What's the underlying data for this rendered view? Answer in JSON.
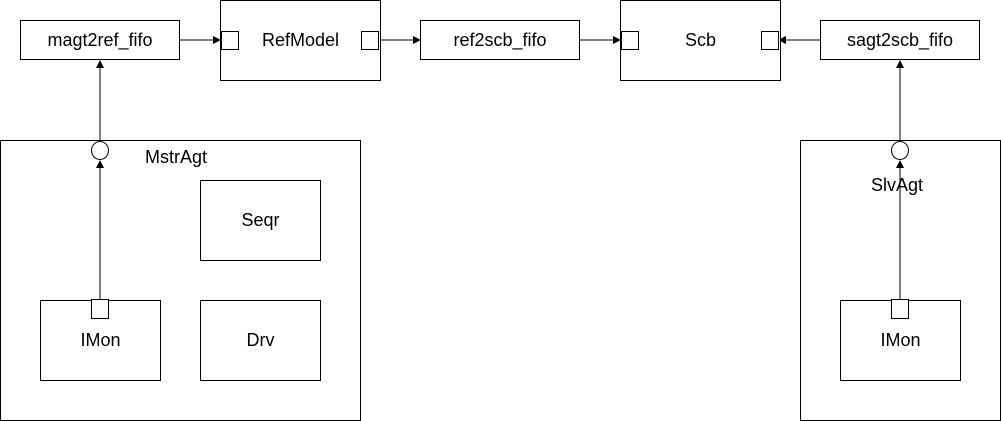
{
  "blocks": {
    "magt2ref_fifo": "magt2ref_fifo",
    "refmodel": "RefModel",
    "ref2scb_fifo": "ref2scb_fifo",
    "scb": "Scb",
    "sagt2scb_fifo": "sagt2scb_fifo"
  },
  "master_agent": {
    "title": "MstrAgt",
    "seqr": "Seqr",
    "imon": "IMon",
    "drv": "Drv"
  },
  "slave_agent": {
    "title": "SlvAgt",
    "imon": "IMon"
  },
  "colors": {
    "stroke": "#000000",
    "fill": "#ffffff"
  }
}
